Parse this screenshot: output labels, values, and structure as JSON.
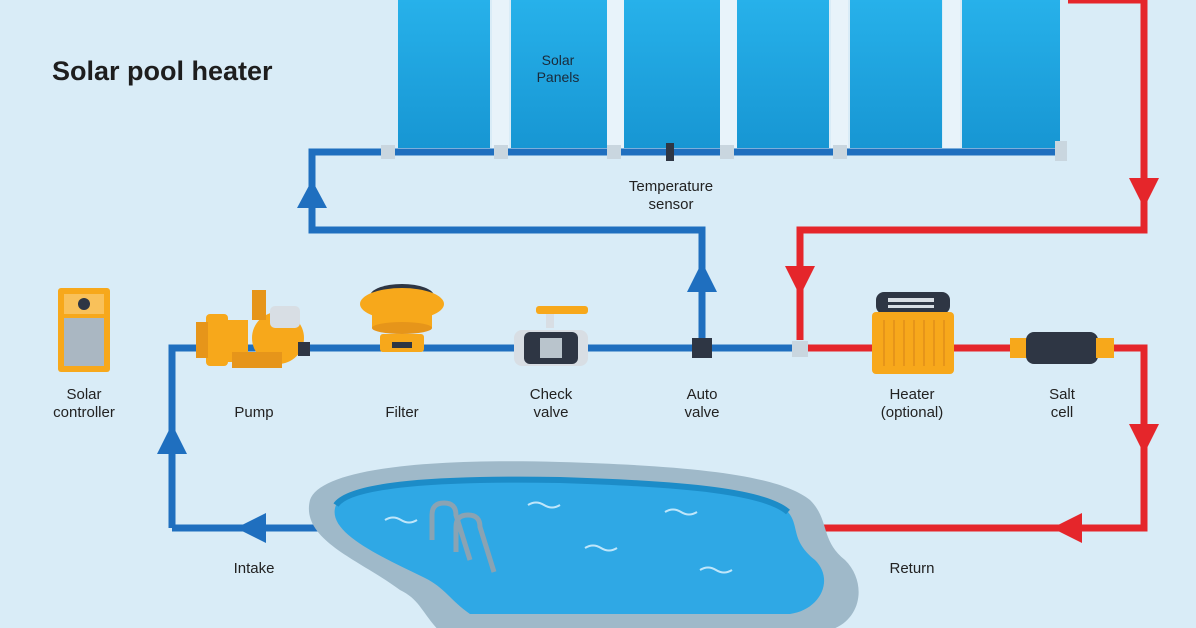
{
  "title": "Solar pool heater",
  "labels": {
    "solar_panels": "Solar\nPanels",
    "temperature_sensor": "Temperature\nsensor",
    "solar_controller": "Solar\ncontroller",
    "pump": "Pump",
    "filter": "Filter",
    "check_valve": "Check\nvalve",
    "auto_valve": "Auto\nvalve",
    "heater": "Heater\n(optional)",
    "salt_cell": "Salt\ncell",
    "intake": "Intake",
    "return": "Return"
  },
  "colors": {
    "background": "#d9ecf7",
    "cold_pipe": "#1f6fbf",
    "hot_pipe": "#e5262b",
    "panel": "#1fa6e0",
    "equipment": "#f7a81b",
    "dark": "#2e3644",
    "pool_water": "#2fa8e5",
    "pool_rim": "#9fb9c9"
  }
}
